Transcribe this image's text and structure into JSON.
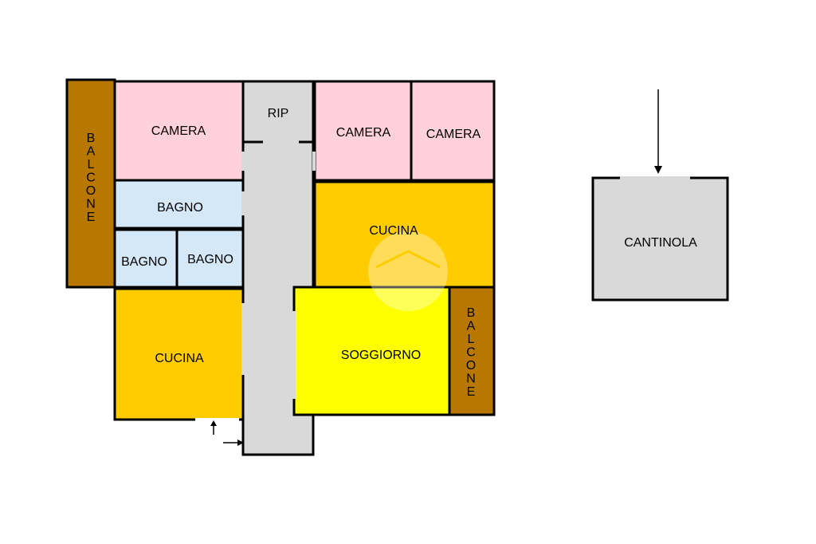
{
  "colors": {
    "camera": "#ffd1dc",
    "bagno": "#d4e8f8",
    "cucina": "#ffcc00",
    "soggiorno": "#ffff00",
    "balcone": "#b87800",
    "corridor": "#d9d9d9",
    "wall": "#000000"
  },
  "rooms": {
    "balcone_left": "BALCONE",
    "camera_1": "CAMERA",
    "rip": "RIP",
    "camera_2": "CAMERA",
    "camera_3": "CAMERA",
    "bagno_1": "BAGNO",
    "bagno_2": "BAGNO",
    "bagno_3": "BAGNO",
    "cucina_right": "CUCINA",
    "cucina_left": "CUCINA",
    "soggiorno": "SOGGIORNO",
    "balcone_right": "BALCONE",
    "cantinola": "CANTINOLA"
  },
  "icons": {
    "entrance_up": "arrow-up-icon",
    "entrance_right": "arrow-right-icon",
    "cellar_entry": "arrow-down-icon",
    "watermark": "house-watermark-icon"
  }
}
